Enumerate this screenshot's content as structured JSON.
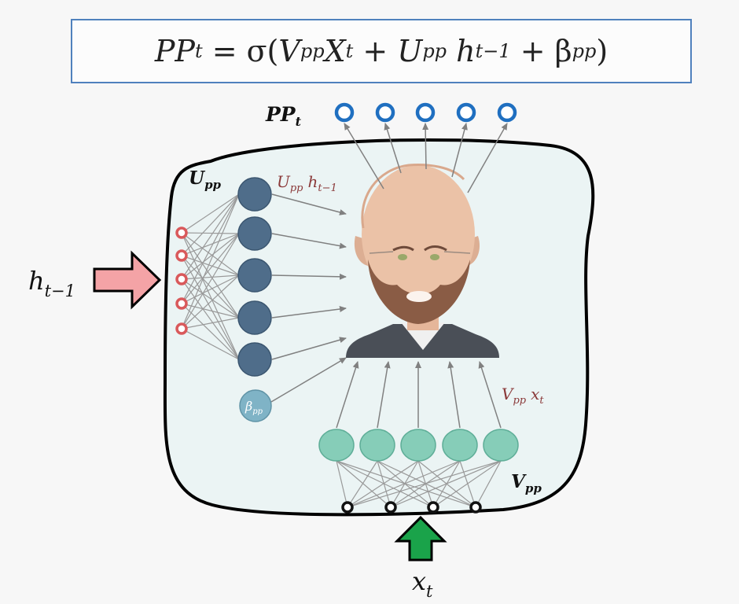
{
  "formula": {
    "lhs": "PP",
    "lhs_sub": "t",
    "eq": " = σ(",
    "v": "V",
    "v_sub": "pp",
    "x": "X",
    "x_sub": "t",
    "plus1": " + ",
    "u": "U",
    "u_sub": "pp",
    "h": " h",
    "h_sub": "t−1",
    "plus2": " + ",
    "beta": "β",
    "beta_sub": "pp",
    "close": ")"
  },
  "labels": {
    "output": {
      "main": "PP",
      "sub": "t"
    },
    "u_matrix": {
      "main": "U",
      "sub": "pp"
    },
    "v_matrix": {
      "main": "V",
      "sub": "pp"
    },
    "u_term": {
      "main": "U",
      "sub": "pp",
      "main2": "h",
      "sub2": "t−1"
    },
    "v_term": {
      "main": "V",
      "sub": "pp",
      "main2": "x",
      "sub2": "t"
    },
    "bias": {
      "main": "β",
      "sub": "pp"
    },
    "hidden_input": {
      "main": "h",
      "sub": "t−1"
    },
    "x_input": {
      "main": "x",
      "sub": "t"
    }
  },
  "colors": {
    "formula_border": "#4f81bd",
    "output_node": "#1f6fc0",
    "u_node": "#4f6d8a",
    "bias_node": "#7fb3c6",
    "v_node": "#86cdb8",
    "h_input_node": "#d9595b",
    "x_input_node": "#111111",
    "h_arrow": "#f4a3a6",
    "x_arrow": "#1aa34a",
    "term_text": "#8b3a3a"
  },
  "icons": {
    "person": "bald-bearded-man-portrait-icon"
  }
}
